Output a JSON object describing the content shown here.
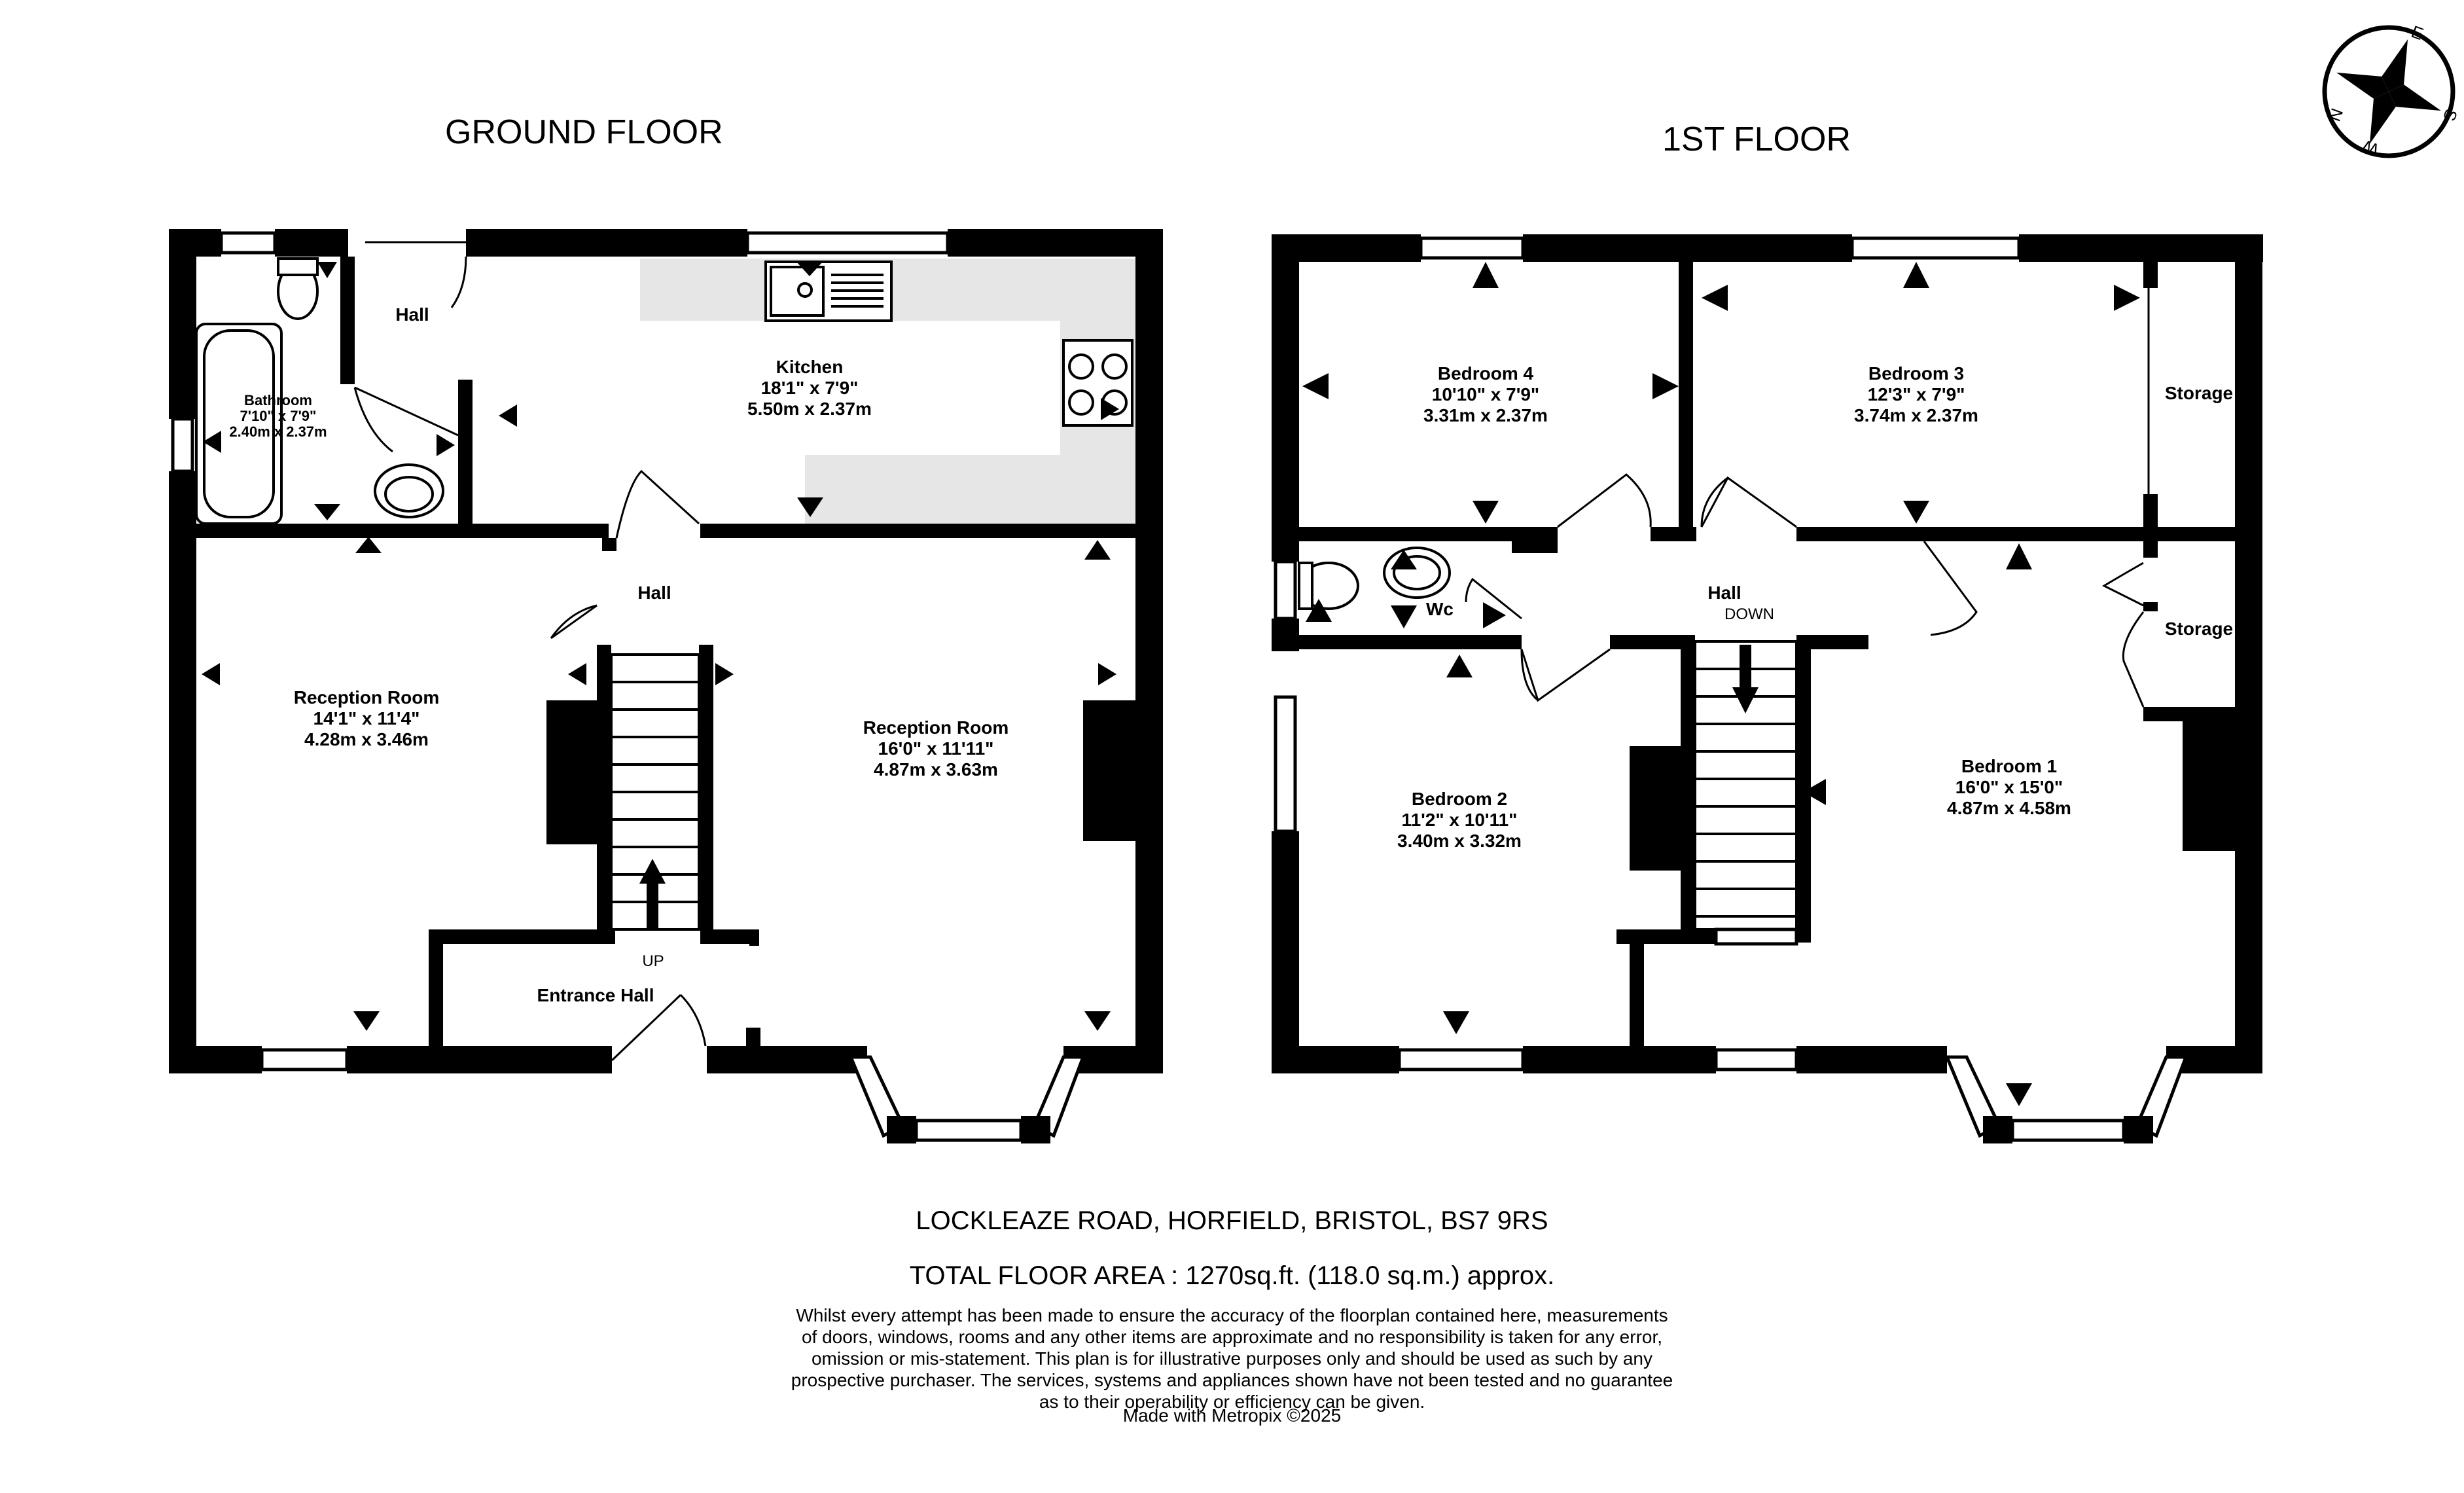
{
  "floors": {
    "ground": {
      "title": "GROUND FLOOR",
      "rooms": [
        {
          "name": "Kitchen",
          "imperial": "18'1\"  x 7'9\"",
          "metric": "5.50m  x 2.37m"
        },
        {
          "name": "Bathroom",
          "imperial": "7'10\"  x 7'9\"",
          "metric": "2.40m  x 2.37m"
        },
        {
          "name": "Reception Room",
          "imperial": "14'1\"  x 11'4\"",
          "metric": "4.28m  x 3.46m"
        },
        {
          "name": "Reception Room",
          "imperial": "16'0\"  x 11'11\"",
          "metric": "4.87m  x 3.63m"
        }
      ],
      "labels": {
        "hall_top": "Hall",
        "hall_mid": "Hall",
        "entrance_hall": "Entrance Hall",
        "stairs": "UP"
      }
    },
    "first": {
      "title": "1ST FLOOR",
      "rooms": [
        {
          "name": "Bedroom 4",
          "imperial": "10'10\"  x 7'9\"",
          "metric": "3.31m  x 2.37m"
        },
        {
          "name": "Bedroom 3",
          "imperial": "12'3\"  x 7'9\"",
          "metric": "3.74m  x 2.37m"
        },
        {
          "name": "Bedroom 2",
          "imperial": "11'2\"  x 10'11\"",
          "metric": "3.40m  x 3.32m"
        },
        {
          "name": "Bedroom 1",
          "imperial": "16'0\"  x 15'0\"",
          "metric": "4.87m  x 4.58m"
        }
      ],
      "labels": {
        "storage_top": "Storage",
        "storage_mid": "Storage",
        "hall": "Hall",
        "stairs": "DOWN",
        "wc": "Wc"
      }
    }
  },
  "compass": {
    "n": "N",
    "e": "E",
    "s": "S",
    "w": "W"
  },
  "footer": {
    "address": "LOCKLEAZE ROAD, HORFIELD, BRISTOL, BS7 9RS",
    "total_area": "TOTAL FLOOR AREA : 1270sq.ft. (118.0 sq.m.) approx.",
    "disclaimer_lines": [
      "Whilst every attempt has been made to ensure the accuracy of the floorplan contained here, measurements",
      "of doors, windows, rooms and any other items are approximate and no responsibility is taken for any error,",
      "omission or mis-statement. This plan is for illustrative purposes only and should be used as such by any",
      "prospective purchaser. The services, systems and appliances shown have not been tested and no guarantee",
      "as to their operability or efficiency can be given."
    ],
    "credit": "Made with Metropix ©2025"
  },
  "colors": {
    "wall": "#000000",
    "kitchen_counter": "#e6e6e6",
    "background": "#ffffff"
  }
}
